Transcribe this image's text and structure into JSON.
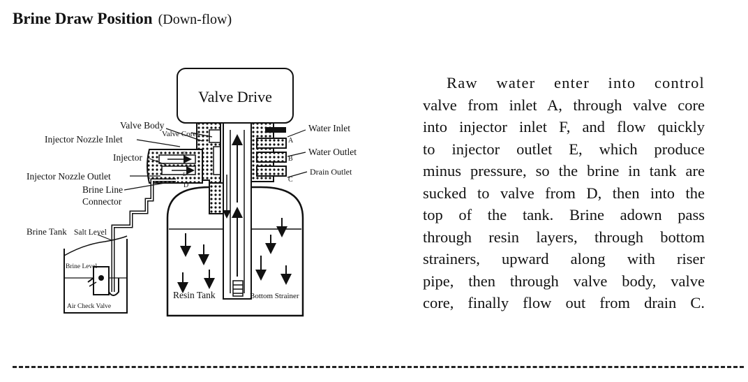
{
  "title": {
    "main": "Brine Draw Position",
    "sub": "(Down-flow)"
  },
  "diagram": {
    "valve_drive": "Valve Drive",
    "labels": {
      "valve_body": "Valve Body",
      "valve_core": "Valve Core",
      "injector_nozzle_inlet": "Injector Nozzle Inlet",
      "injector": "Injector",
      "injector_nozzle_outlet": "Injector Nozzle  Outlet",
      "brine_line": "Brine Line",
      "connector": "Connector",
      "brine_tank": "Brine Tank",
      "salt_level": "Salt Level",
      "brine_level": "Brine Level",
      "air_check_valve": "Air Check Valve",
      "resin_tank": "Resin Tank",
      "bottom_strainer": "Bottom Strainer",
      "water_inlet": "Water Inlet",
      "water_outlet": "Water Outlet",
      "drain_outlet": "Drain Outlet"
    },
    "ports": {
      "a": "A",
      "b": "B",
      "c": "C",
      "d": "D",
      "e": "E",
      "f": "F"
    }
  },
  "description": {
    "lines": [
      "Raw water enter into control",
      "valve from inlet A, through valve core",
      "into injector inlet F, and flow quickly",
      "to injector outlet E, which produce",
      "minus pressure, so the brine in tank are",
      "sucked to valve from D, then into the",
      "top of the tank. Brine adown pass",
      "through resin layers, through bottom",
      "strainers, upward along with riser",
      "pipe, then through valve body, valve",
      "core, finally flow out from drain C."
    ]
  }
}
